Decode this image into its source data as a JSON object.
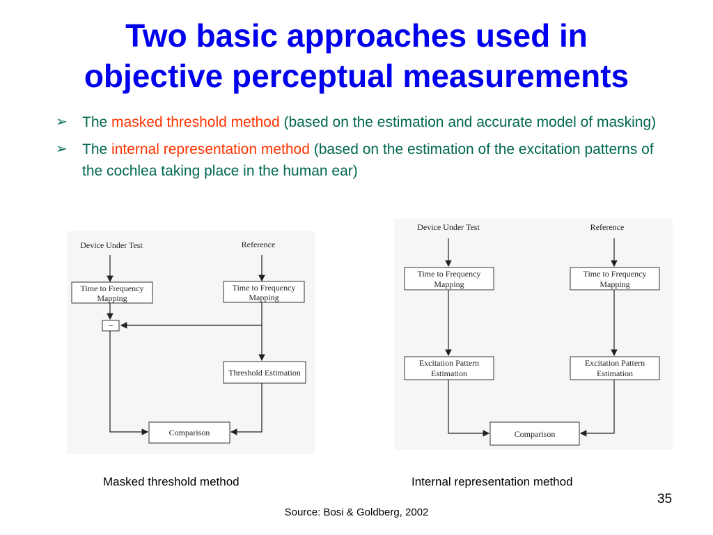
{
  "slide": {
    "title_line1": "Two basic approaches used in",
    "title_line2": "objective perceptual measurements",
    "bullets": [
      {
        "marker_icon": "arrowhead-bullet-icon",
        "pre": "The ",
        "highlight": "masked threshold method",
        "post": " (based on the estimation and accurate model of masking)"
      },
      {
        "marker_icon": "arrowhead-bullet-icon",
        "pre": "The ",
        "highlight": "internal representation method",
        "post": " (based on the estimation of the excitation patterns of the cochlea taking place in the human ear)"
      }
    ],
    "highlight_color": "#ff3300",
    "title_color": "#0000ee",
    "text_color": "#006650",
    "page_number": "35",
    "source": "Source: Bosi & Goldberg, 2002"
  },
  "diagram_left": {
    "caption": "Masked threshold method",
    "label_dut": "Device Under Test",
    "label_ref": "Reference",
    "box_tf_dut_l1": "Time to Frequency",
    "box_tf_dut_l2": "Mapping",
    "box_tf_ref_l1": "Time to Frequency",
    "box_tf_ref_l2": "Mapping",
    "box_minus": "−",
    "box_threshold": "Threshold Estimation",
    "box_comparison": "Comparison"
  },
  "diagram_right": {
    "caption": "Internal representation method",
    "label_dut": "Device Under Test",
    "label_ref": "Reference",
    "box_tf_dut_l1": "Time to Frequency",
    "box_tf_dut_l2": "Mapping",
    "box_tf_ref_l1": "Time to Frequency",
    "box_tf_ref_l2": "Mapping",
    "box_ex_dut_l1": "Excitation Pattern",
    "box_ex_dut_l2": "Estimation",
    "box_ex_ref_l1": "Excitation Pattern",
    "box_ex_ref_l2": "Estimation",
    "box_comparison": "Comparison"
  }
}
